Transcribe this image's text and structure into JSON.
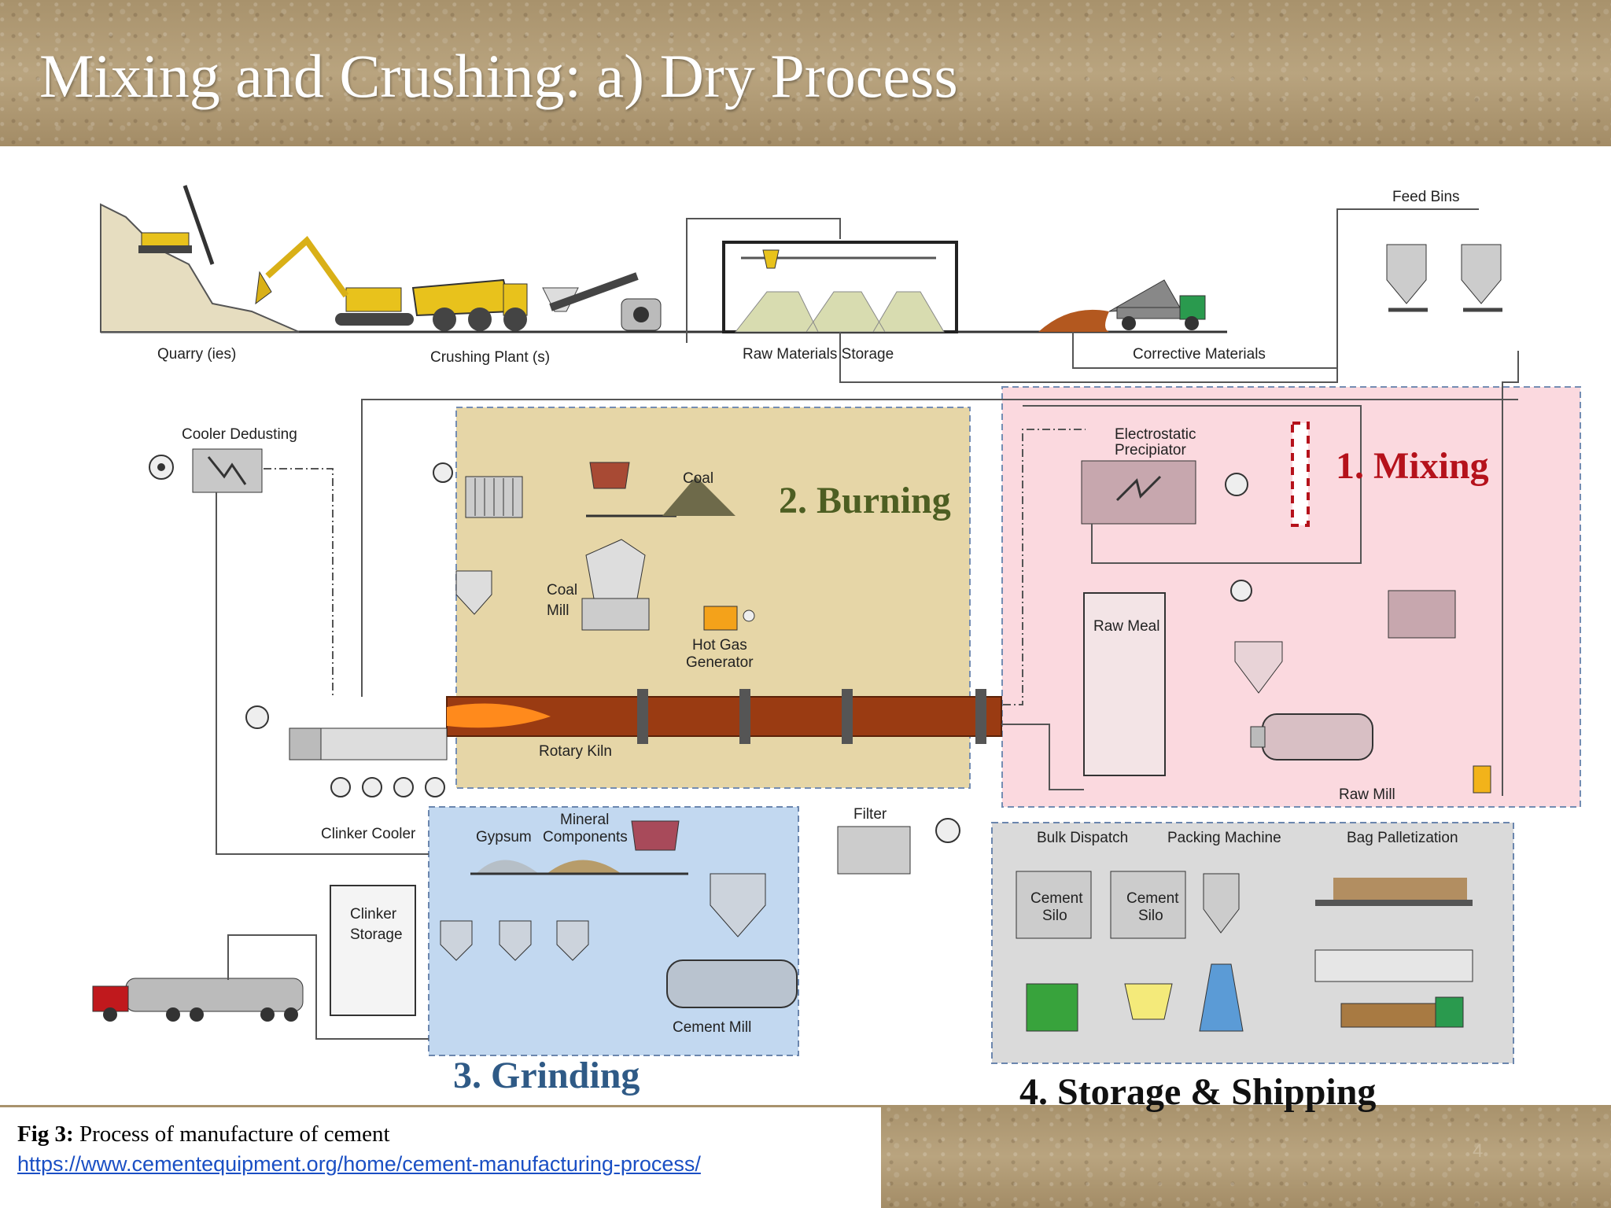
{
  "slide": {
    "title": "Mixing and Crushing: a) Dry Process",
    "page_number": "4"
  },
  "caption": {
    "label": "Fig 3:",
    "text": " Process of manufacture of cement",
    "url": "https://www.cementequipment.org/home/cement-manufacturing-process/"
  },
  "diagram": {
    "stages": {
      "mixing": "1. Mixing",
      "burning": "2. Burning",
      "grinding": "3. Grinding",
      "storage": "4. Storage & Shipping"
    },
    "labels": {
      "quarry": "Quarry (ies)",
      "crushing_plant": "Crushing Plant (s)",
      "raw_materials_storage": "Raw Materials Storage",
      "corrective_materials": "Corrective Materials",
      "feed_bins": "Feed Bins",
      "cooler_dedusting": "Cooler Dedusting",
      "coal": "Coal",
      "coal_mill": "Coal Mill",
      "coal_mill_line1": "Coal",
      "coal_mill_line2": "Mill",
      "hot_gas_line1": "Hot Gas",
      "hot_gas_line2": "Generator",
      "rotary_kiln": "Rotary Kiln",
      "electrostatic_line1": "Electrostatic",
      "electrostatic_line2": "Precipiator",
      "raw_meal": "Raw Meal",
      "raw_mill": "Raw Mill",
      "clinker_cooler": "Clinker Cooler",
      "clinker_storage_line1": "Clinker",
      "clinker_storage_line2": "Storage",
      "gypsum": "Gypsum",
      "mineral_line1": "Mineral",
      "mineral_line2": "Components",
      "filter": "Filter",
      "cement_mill": "Cement Mill",
      "bulk_dispatch": "Bulk Dispatch",
      "packing_machine": "Packing Machine",
      "bag_palletization": "Bag Palletization",
      "cement_silo_line1": "Cement",
      "cement_silo_line2": "Silo"
    },
    "colors": {
      "burning_zone": "#e2cf98",
      "mixing_zone": "#fbd3da",
      "grinding_zone": "#bcd4ef",
      "storage_zone": "#d6d6d6",
      "mixing_text": "#b5121b",
      "burning_text": "#4d5e22",
      "grinding_text": "#2f5a86",
      "storage_text": "#111111",
      "kiln": "#9a3b12"
    }
  }
}
